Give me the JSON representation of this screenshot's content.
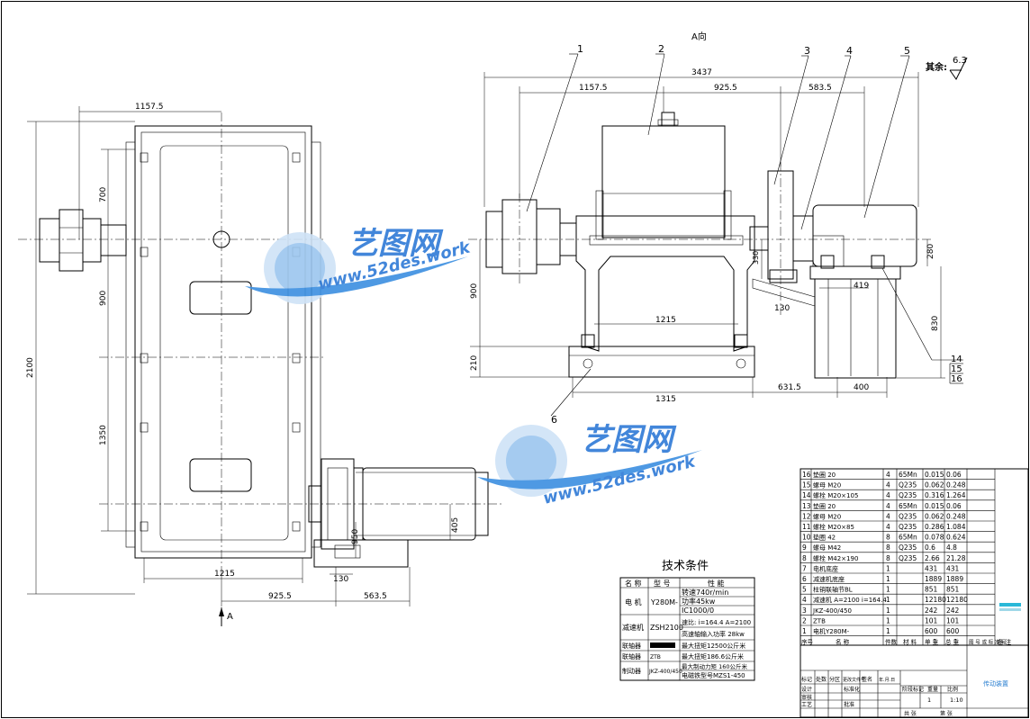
{
  "view_label": "A向",
  "arrow_label": "A",
  "roughness": {
    "label": "其余:",
    "value": "6.3"
  },
  "balloons": [
    "1",
    "2",
    "3",
    "4",
    "5",
    "6",
    "14",
    "15",
    "16"
  ],
  "dims_left": {
    "top": "1157.5",
    "v700": "700",
    "v900": "900",
    "v1350": "1350",
    "v2100": "2100",
    "b1215": "1215",
    "b925": "925.5",
    "b563": "563.5",
    "v405": "405",
    "v950": "950",
    "v130": "130"
  },
  "dims_right": {
    "top3437": "3437",
    "t1157": "1157.5",
    "t925": "925.5",
    "t583": "583.5",
    "h900": "900",
    "h210": "210",
    "h330": "330",
    "h280": "280",
    "h830": "830",
    "m419": "419",
    "m130": "130",
    "m1215": "1215",
    "b1315": "1315",
    "b631": "631.5",
    "b400": "400"
  },
  "watermark": {
    "cn": "艺图网",
    "url": "www.52des.work"
  },
  "tech": {
    "title": "技术条件",
    "headers": [
      "名 称",
      "型 号",
      "性 能"
    ],
    "rows": [
      {
        "name": "电 机",
        "model": "Y280M-",
        "perf": [
          "转速740r/min",
          "功率45kw",
          "IC1000/0"
        ]
      },
      {
        "name": "减速机",
        "model": "ZSH2100",
        "perf": [
          "速比: i=164.4  A=2100",
          "高速轴输入功率 28kw"
        ]
      },
      {
        "name": "联轴器",
        "model": "",
        "perf": [
          "最大扭矩12500公斤米"
        ]
      },
      {
        "name": "联轴器",
        "model": "ZTB",
        "perf": [
          "最大扭矩186.6公斤米"
        ]
      },
      {
        "name": "制动器",
        "model": "JKZ-400/450",
        "perf": [
          "最大制动力矩 160公斤米",
          "电磁铁型号MZS1-450"
        ]
      }
    ]
  },
  "bom": {
    "rows": [
      {
        "no": "16",
        "name": "垫圈 20",
        "qty": "4",
        "mat": "65Mn",
        "unit": "0.015",
        "total": "0.06"
      },
      {
        "no": "15",
        "name": "螺母 M20",
        "qty": "4",
        "mat": "Q235",
        "unit": "0.062",
        "total": "0.248"
      },
      {
        "no": "14",
        "name": "螺栓 M20×105",
        "qty": "4",
        "mat": "Q235",
        "unit": "0.316",
        "total": "1.264"
      },
      {
        "no": "13",
        "name": "垫圈 20",
        "qty": "4",
        "mat": "65Mn",
        "unit": "0.015",
        "total": "0.06"
      },
      {
        "no": "12",
        "name": "螺母 M20",
        "qty": "4",
        "mat": "Q235",
        "unit": "0.062",
        "total": "0.248"
      },
      {
        "no": "11",
        "name": "螺栓 M20×85",
        "qty": "4",
        "mat": "Q235",
        "unit": "0.286",
        "total": "1.084"
      },
      {
        "no": "10",
        "name": "垫圈 42",
        "qty": "8",
        "mat": "65Mn",
        "unit": "0.078",
        "total": "0.624"
      },
      {
        "no": "9",
        "name": "螺母 M42",
        "qty": "8",
        "mat": "Q235",
        "unit": "0.6",
        "total": "4.8"
      },
      {
        "no": "8",
        "name": "螺栓 M42×190",
        "qty": "8",
        "mat": "Q235",
        "unit": "2.66",
        "total": "21.28"
      },
      {
        "no": "7",
        "name": "电机底座",
        "qty": "1",
        "mat": "",
        "unit": "431",
        "total": "431"
      },
      {
        "no": "6",
        "name": "减速机底座",
        "qty": "1",
        "mat": "",
        "unit": "1889",
        "total": "1889"
      },
      {
        "no": "5",
        "name": "柱销联轴节BL",
        "qty": "1",
        "mat": "",
        "unit": "851",
        "total": "851"
      },
      {
        "no": "4",
        "name": "减速机  A=2100  i=164.4",
        "qty": "1",
        "mat": "",
        "unit": "12180",
        "total": "12180"
      },
      {
        "no": "3",
        "name": "JKZ-400/450",
        "qty": "1",
        "mat": "",
        "unit": "242",
        "total": "242"
      },
      {
        "no": "2",
        "name": "ZTB",
        "qty": "1",
        "mat": "",
        "unit": "101",
        "total": "101"
      },
      {
        "no": "1",
        "name": "电机Y280M-",
        "qty": "1",
        "mat": "",
        "unit": "600",
        "total": "600"
      }
    ],
    "header": {
      "no": "序号",
      "name": "名 称",
      "qty": "件数",
      "mat": "材 料",
      "unit": "单 重",
      "total": "总 重",
      "std": "图 号 或 标 准 号",
      "note": "备 注"
    }
  },
  "title_block": {
    "drawing_name": "传动装置",
    "cols": [
      "标记",
      "处数",
      "分区",
      "更改文件号",
      "签名",
      "年.月.日"
    ],
    "rows": [
      "设计",
      "审核",
      "工艺"
    ],
    "mid": [
      "标准化",
      "批准"
    ],
    "stage": [
      "阶段标记",
      "重量",
      "比例"
    ],
    "scale": "1:10",
    "sheet": "1",
    "sheets": [
      "共 张",
      "第 张"
    ]
  },
  "colors": {
    "line": "#000000",
    "watermark": "#2e7ad6",
    "highlight": "#29b8d8"
  }
}
